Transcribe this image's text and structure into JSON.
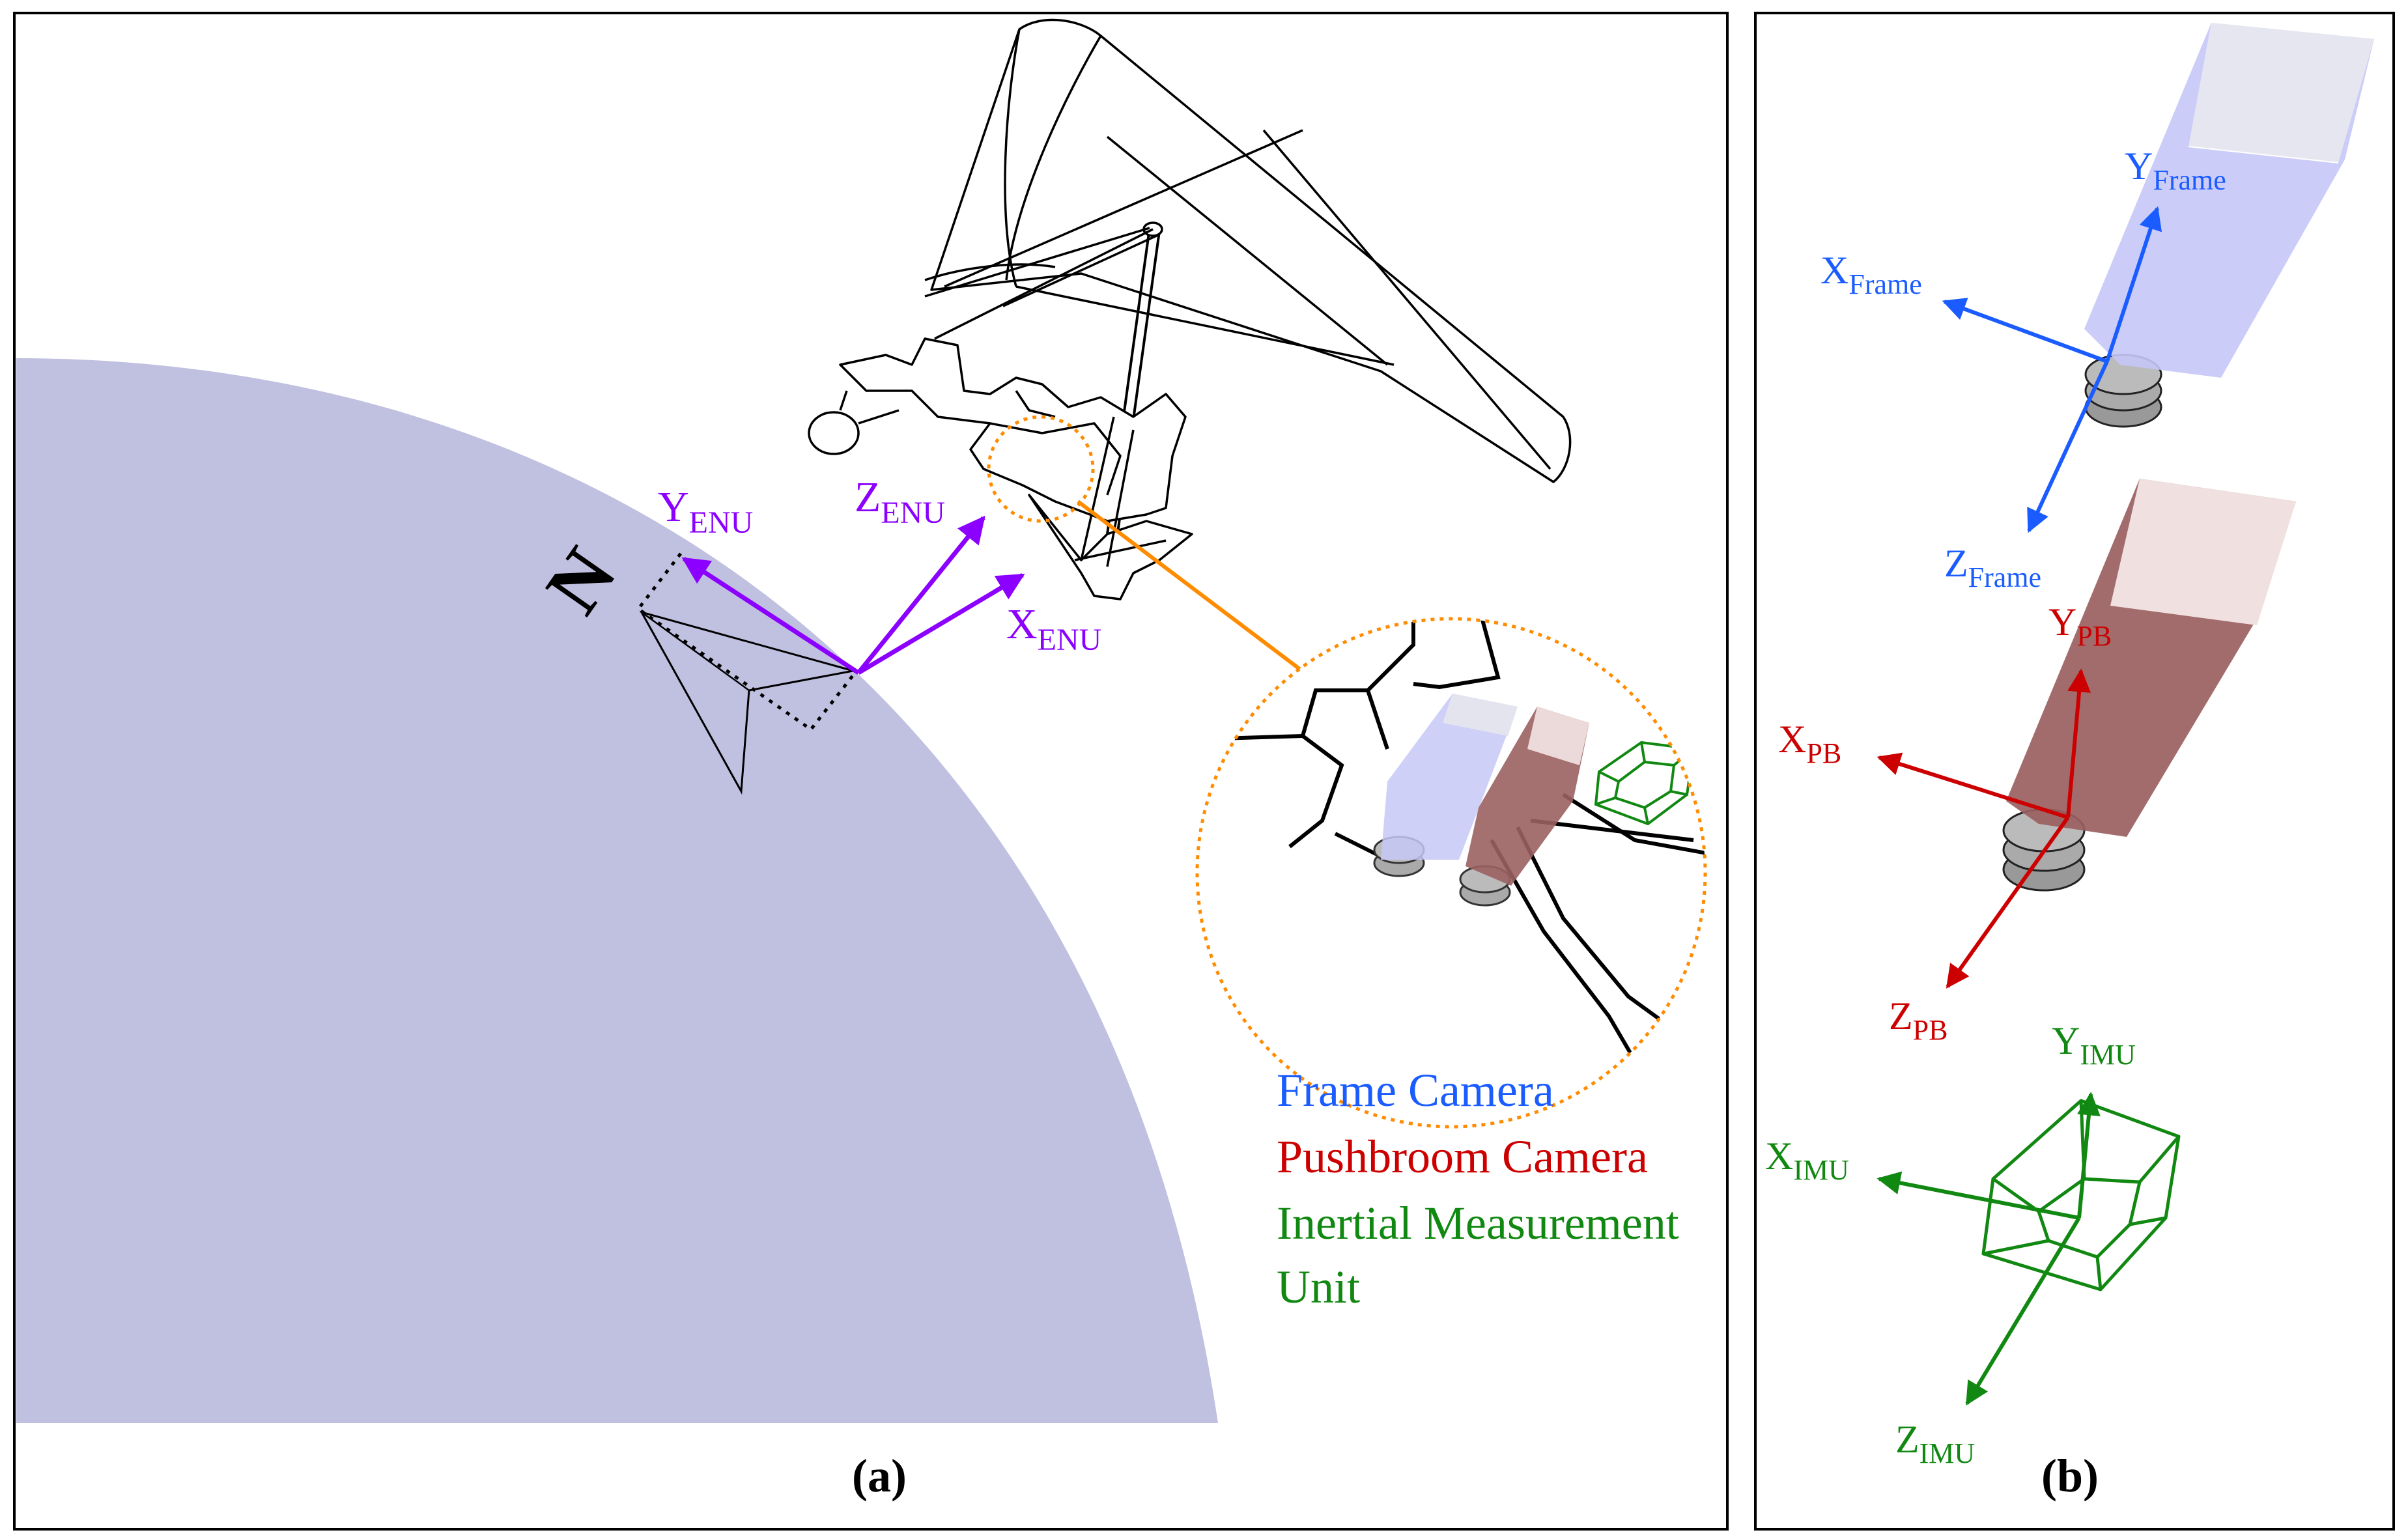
{
  "colors": {
    "earth": "#c0c0e0",
    "enu": "#8b00ff",
    "frame": "#1a5cff",
    "pushbroom": "#cc0000",
    "imu": "#118811",
    "zoom": "#ff8c00",
    "frame_body": "#c5c8f7",
    "pushbroom_body": "#a06b6b"
  },
  "panel_a": {
    "caption": "(a)",
    "north_symbol": "N",
    "enu": {
      "x": {
        "main": "X",
        "sub": "ENU"
      },
      "y": {
        "main": "Y",
        "sub": "ENU"
      },
      "z": {
        "main": "Z",
        "sub": "ENU"
      }
    },
    "legend": [
      {
        "text": "Frame Camera",
        "color": "#1a5cff"
      },
      {
        "text": "Pushbroom Camera",
        "color": "#cc0000"
      },
      {
        "text": "Inertial Measurement",
        "color": "#118811"
      },
      {
        "text": "Unit",
        "color": "#118811"
      }
    ]
  },
  "panel_b": {
    "caption": "(b)",
    "frame": {
      "x": {
        "main": "X",
        "sub": "Frame"
      },
      "y": {
        "main": "Y",
        "sub": "Frame"
      },
      "z": {
        "main": "Z",
        "sub": "Frame"
      }
    },
    "pb": {
      "x": {
        "main": "X",
        "sub": "PB"
      },
      "y": {
        "main": "Y",
        "sub": "PB"
      },
      "z": {
        "main": "Z",
        "sub": "PB"
      }
    },
    "imu": {
      "x": {
        "main": "X",
        "sub": "IMU"
      },
      "y": {
        "main": "Y",
        "sub": "IMU"
      },
      "z": {
        "main": "Z",
        "sub": "IMU"
      }
    }
  }
}
